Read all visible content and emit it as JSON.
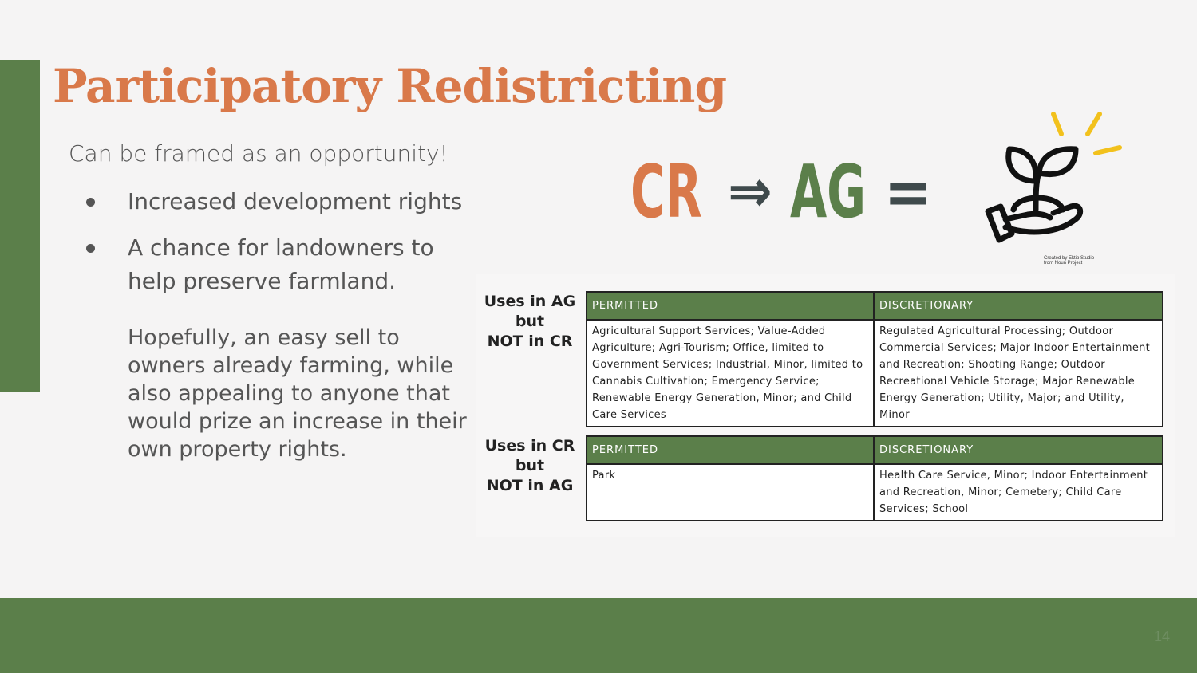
{
  "slide": {
    "title": "Participatory Redistricting",
    "lead": "Can be framed as an opportunity!",
    "bullets": [
      "Increased development rights",
      "A chance for landowners to help preserve farmland."
    ],
    "paragraph": "Hopefully, an easy sell to owners already farming, while also appealing to anyone that would prize an increase in their own property rights.",
    "page_number": "14"
  },
  "formula": {
    "from": "CR",
    "arrow": "⇒",
    "to": "AG",
    "equals": "=",
    "icon": "hand-holding-sprout-icon"
  },
  "icon_credit": {
    "line1": "Created by Ektip Studio",
    "line2": "from Noun Project"
  },
  "tables": [
    {
      "label": [
        "Uses in AG",
        "but",
        "NOT in CR"
      ],
      "headers": [
        "PERMITTED",
        "DISCRETIONARY"
      ],
      "permitted": "Agricultural Support Services; Value-Added Agriculture; Agri-Tourism; Office, limited to Government Services; Industrial, Minor, limited to Cannabis Cultivation; Emergency Service; Renewable Energy Generation, Minor; and Child Care Services",
      "discretionary": "Regulated Agricultural Processing; Outdoor Commercial Services; Major Indoor Entertainment and Recreation; Shooting Range; Outdoor Recreational Vehicle Storage; Major Renewable Energy Generation; Utility, Major; and Utility, Minor"
    },
    {
      "label": [
        "Uses in CR",
        "but",
        "NOT in AG"
      ],
      "headers": [
        "PERMITTED",
        "DISCRETIONARY"
      ],
      "permitted": "Park",
      "discretionary": "Health Care Service, Minor; Indoor Entertainment and Recreation, Minor; Cemetery; Child Care Services; School"
    }
  ],
  "colors": {
    "accent_green": "#5b7f4a",
    "title_orange": "#d9794a",
    "dark_slate": "#3f4a4c",
    "sun_yellow": "#f2c11c"
  }
}
